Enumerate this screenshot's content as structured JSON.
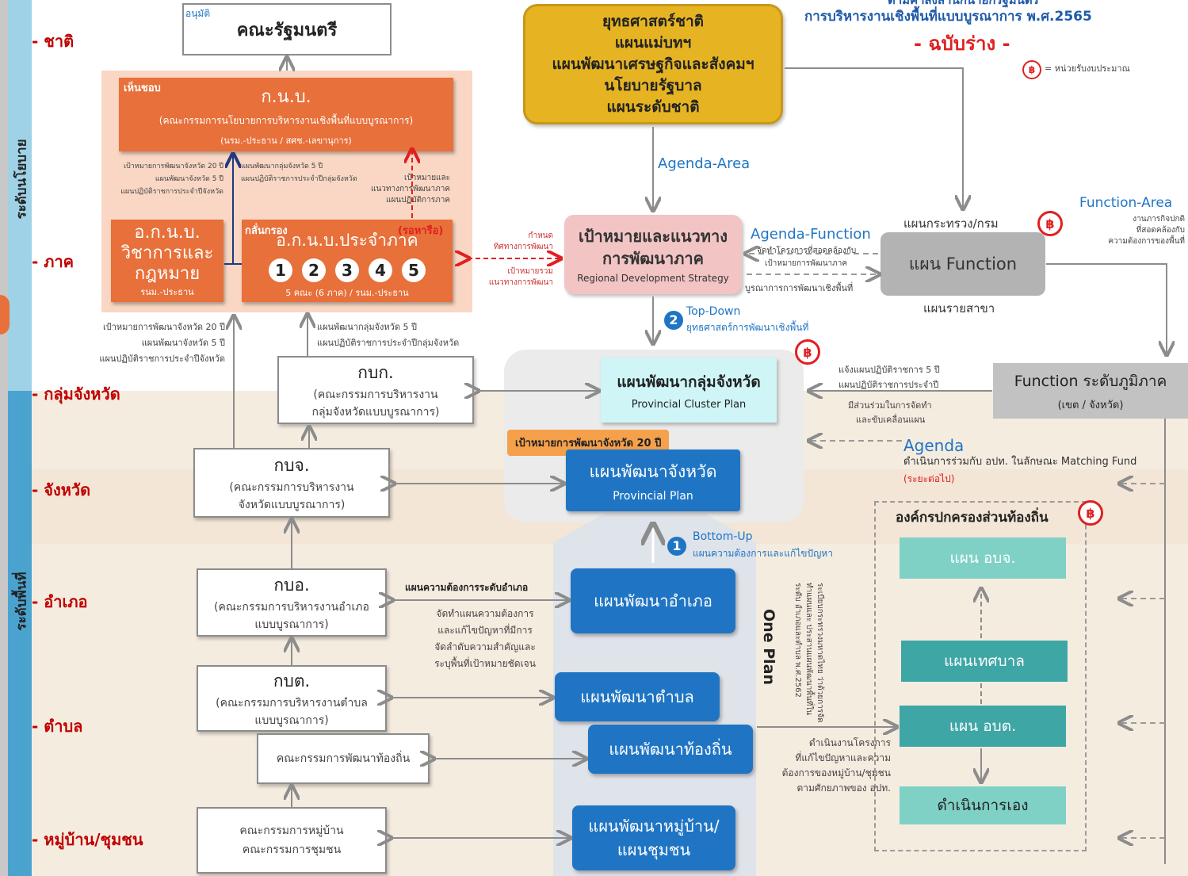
{
  "left_bar": {
    "policy_level": "ระดับนโยบาย",
    "area_level": "ระดับพื้นที่"
  },
  "levels": {
    "nation": "- ชาติ",
    "region": "- ภาค",
    "cluster": "- กลุ่มจังหวัด",
    "province": "- จังหวัด",
    "district": "- อำเภอ",
    "subdistrict": "- ตำบล",
    "village": "- หมู่บ้าน/ชุมชน"
  },
  "header": {
    "title_partial": "ตามคำสั่งสำนักนายกรัฐมนตรี",
    "title_line2": "การบริหารงานเชิงพื้นที่แบบบูรณาการ  พ.ศ.2565",
    "draft": "- ฉบับร่าง -",
    "budget_legend": "= หน่วยรับงบประมาณ"
  },
  "cabinet": {
    "tag": "อนุมัติ",
    "label": "คณะรัฐมนตรี"
  },
  "knb": {
    "tag": "เห็นชอบ",
    "title": "ก.น.บ.",
    "sub": "(คณะกรรมการนโยบายการบริหารงานเชิงพื้นที่แบบบูรณาการ)",
    "chair": "(นรม.-ประธาน / สศช.-เลขานุการ)"
  },
  "knb_notes": {
    "left": [
      "เป้าหมายการพัฒนาจังหวัด 20 ปี",
      "แผนพัฒนาจังหวัด 5 ปี",
      "แผนปฏิบัติราชการประจำปีจังหวัด"
    ],
    "right": [
      "แผนพัฒนากลุ่มจังหวัด 5 ปี",
      "แผนปฏิบัติราชการประจำปีกลุ่มจังหวัด"
    ],
    "regional": [
      "เป้าหมายและ",
      "แนวทางการพัฒนาภาค",
      "แผนปฏิบัติการภาค"
    ]
  },
  "aknb_law": {
    "title": [
      "อ.ก.น.บ.",
      "วิชาการและ",
      "กฎหมาย"
    ],
    "chair": "รนม.-ประธาน"
  },
  "aknb_region": {
    "tag": "กลั่นกรอง",
    "tag2": "(รอหารือ)",
    "title": "อ.ก.น.บ.ประจำภาค",
    "nums": [
      "1",
      "2",
      "3",
      "4",
      "5"
    ],
    "chair": "5 คณะ (6 ภาค) / รนม.-ประธาน"
  },
  "red_notes": {
    "top": [
      "กำหนด",
      "ทิศทางการพัฒนา"
    ],
    "bottom": [
      "เป้าหมายรวม",
      "แนวทางการพัฒนา"
    ]
  },
  "national": {
    "lines": [
      "ยุทธศาสตร์ชาติ",
      "แผนแม่บทฯ",
      "แผนพัฒนาเศรษฐกิจและสังคมฯ",
      "นโยบายรัฐบาล",
      "แผนระดับชาติ"
    ]
  },
  "agenda_area": "Agenda-Area",
  "regional_plan": {
    "title": [
      "เป้าหมายและแนวทาง",
      "การพัฒนาภาค"
    ],
    "sub": "Regional  Development  Strategy"
  },
  "agenda_function": {
    "label": "Agenda-Function",
    "note1": "จัดทำโครงการที่สอดคล้องกับ",
    "note2": "เป้าหมายการพัฒนาภาค",
    "note3": "บูรณาการการพัฒนาเชิงพื้นที่"
  },
  "ministry": {
    "top": "แผนกระทรวง/กรม",
    "box": "แผน Function",
    "bottom": "แผนรายสาขา"
  },
  "function_area": {
    "label": "Function-Area",
    "notes": [
      "งานภารกิจปกติ",
      "ที่สอดคล้องกับ",
      "ความต้องการของพื้นที่"
    ]
  },
  "top_down": {
    "num": "2",
    "label": "Top-Down",
    "sub": "ยุทธศาสตร์การพัฒนาเชิงพื้นที่"
  },
  "cluster_plan": {
    "title": "แผนพัฒนากลุ่มจังหวัด",
    "sub": "Provincial Cluster Plan"
  },
  "cluster_notes": {
    "n1": "แจ้งแผนปฏิบัติราชการ 5 ปี",
    "n2": "แผนปฏิบัติราชการประจำปี",
    "n3": "มีส่วนร่วมในการจัดทำ",
    "n4": "และขับเคลื่อนแผน"
  },
  "function_regional": {
    "title": "Function  ระดับภูมิภาค",
    "sub": "(เขต / จังหวัด)"
  },
  "kbk": {
    "title": "กบก.",
    "sub": [
      "(คณะกรรมการบริหารงาน",
      "กลุ่มจังหวัดแบบบูรณาการ)"
    ]
  },
  "kbk_notes": {
    "left": [
      "เป้าหมายการพัฒนาจังหวัด 20 ปี",
      "แผนพัฒนาจังหวัด 5 ปี",
      "แผนปฏิบัติราชการประจำปีจังหวัด"
    ],
    "right": [
      "แผนพัฒนากลุ่มจังหวัด 5 ปี",
      "แผนปฏิบัติราชการประจำปีกลุ่มจังหวัด"
    ]
  },
  "province_target": "เป้าหมายการพัฒนาจังหวัด  20 ปี",
  "province_plan": {
    "title": "แผนพัฒนาจังหวัด",
    "sub": "Provincial Plan"
  },
  "kbj": {
    "title": "กบจ.",
    "sub": [
      "(คณะกรรมการบริหารงาน",
      "จังหวัดแบบบูรณาการ)"
    ]
  },
  "agenda": {
    "label": "Agenda",
    "note": "ดำเนินการร่วมกับ อปท. ในลักษณะ Matching Fund",
    "note2": "(ระยะต่อไป)"
  },
  "local_gov": {
    "title": "องค์กรปกครองส่วนท้องถิ่น",
    "items": [
      "แผน อบจ.",
      "แผนเทศบาล",
      "แผน อบต.",
      "ดำเนินการเอง"
    ]
  },
  "bottom_up": {
    "num": "1",
    "label": "Bottom-Up",
    "sub": "แผนความต้องการและแก้ไขปัญหา"
  },
  "kbo": {
    "title": "กบอ.",
    "sub": [
      "(คณะกรรมการบริหารงานอำเภอ",
      "แบบบูรณาการ)"
    ]
  },
  "district_notes": {
    "head": "แผนความต้องการระดับอำเภอ",
    "lines": [
      "จัดทำแผนความต้องการ",
      "และแก้ไขปัญหาที่มีการ",
      "จัดลำดับความสำคัญและ",
      "ระบุพื้นที่เป้าหมายชัดเจน"
    ]
  },
  "district_plan": "แผนพัฒนาอำเภอ",
  "one_plan": "One Plan",
  "regulation": [
    "ระเบียบกระทรวงมหาดไทย",
    "ว่าด้วยการจัดทำแผนและ",
    "ประสานแผนพัฒนาพื้นที่ในระดับ",
    "อำเภอและตำบล พ.ศ.2562"
  ],
  "kbt": {
    "title": "กบต.",
    "sub": [
      "(คณะกรรมการบริหารงานตำบล",
      "แบบบูรณาการ)"
    ]
  },
  "subdistrict_plan": "แผนพัฒนาตำบล",
  "local_committee": "คณะกรรมการพัฒนาท้องถิ่น",
  "local_plan": "แผนพัฒนาท้องถิ่น",
  "local_notes": [
    "ดำเนินงานโครงการ",
    "ที่แก้ไขปัญหาและความ",
    "ต้องการของหมู่บ้าน/ชุมชน",
    "ตามศักยภาพของ อปท."
  ],
  "village_committee": [
    "คณะกรรมการหมู่บ้าน",
    "คณะกรรมการชุมชน"
  ],
  "village_plan": [
    "แผนพัฒนาหมู่บ้าน/",
    "แผนชุมชน"
  ],
  "budget_symbol": "฿",
  "colors": {
    "orange": "#e8703a",
    "light_orange": "#f9d7c4",
    "gold": "#e6b422",
    "pink": "#f2c4c4",
    "gray": "#b3b3b3",
    "blue": "#1f75c4",
    "cyan": "#cff5f7",
    "teal": "#7fd1c6",
    "sidebar_policy": "#9fd2e6",
    "sidebar_area": "#4aa3cf",
    "area_bg": "#f5ece0",
    "plan_column": "#dfe3ea"
  }
}
